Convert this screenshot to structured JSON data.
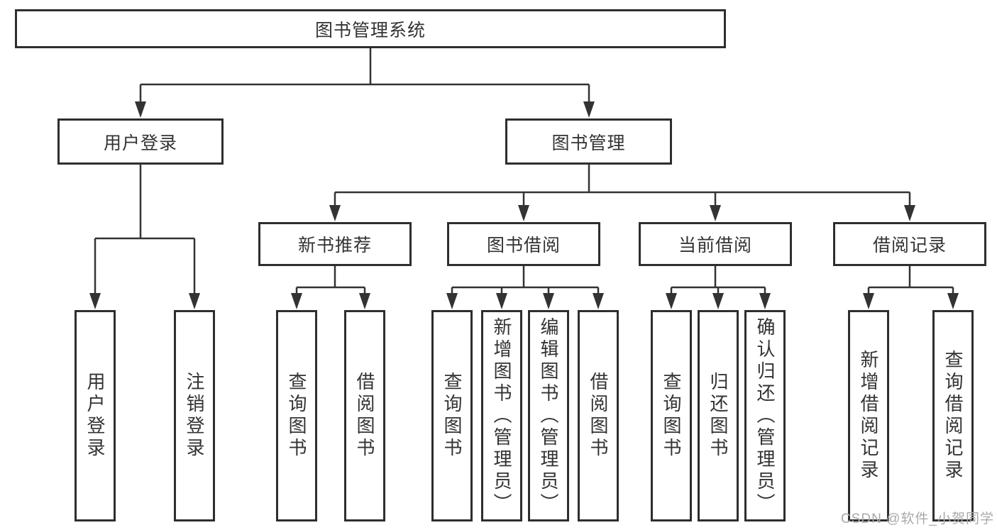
{
  "diagram_type": "functional-structure-tree",
  "colors": {
    "background": "#ffffff",
    "line": "#333333",
    "box_border": "#2e2e2e",
    "text": "#333333",
    "watermark": "#a9a9a9"
  },
  "root": {
    "label": "图书管理系统"
  },
  "branches": {
    "user_login": {
      "label": "用户登录",
      "children": [
        "用户登录",
        "注销登录"
      ]
    },
    "book_management": {
      "label": "图书管理",
      "children": [
        "新书推荐",
        "图书借阅",
        "当前借阅",
        "借阅记录"
      ]
    }
  },
  "modules": [
    {
      "label": "新书推荐",
      "children": [
        "查询图书",
        "借阅图书"
      ]
    },
    {
      "label": "图书借阅",
      "children": [
        "查询图书",
        "新增图书（管理员）",
        "编辑图书（管理员）",
        "借阅图书"
      ]
    },
    {
      "label": "当前借阅",
      "children": [
        "查询图书",
        "归还图书",
        "确认归还（管理员）"
      ]
    },
    {
      "label": "借阅记录",
      "children": [
        "新增借阅记录",
        "查询借阅记录"
      ]
    }
  ],
  "watermark": "CSDN @软件_小贺同学"
}
